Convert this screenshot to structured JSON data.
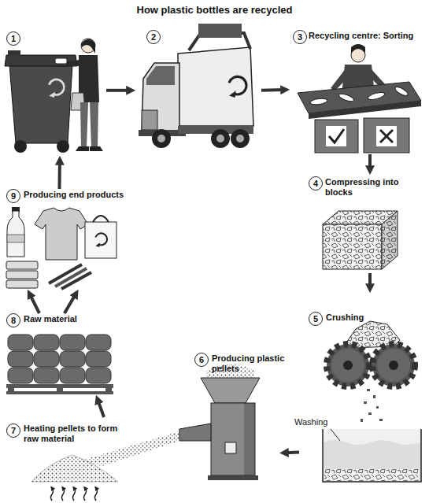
{
  "diagram": {
    "title": "How plastic bottles are recycled",
    "nodes": [
      {
        "text": [
          "1"
        ]
      },
      {
        "text": [
          "2"
        ]
      },
      {
        "text": [
          "3",
          "Recycling centre: Sorting"
        ]
      },
      {
        "text": [
          "4",
          "Compressing into blocks"
        ]
      },
      {
        "text": [
          "5",
          "Crushing"
        ]
      },
      {
        "text": [
          "6",
          "Producing plastic pellets"
        ]
      },
      {
        "text": [
          "7",
          "Heating pellets to form raw material"
        ]
      },
      {
        "text": [
          "8",
          "Raw material"
        ]
      },
      {
        "text": [
          "9",
          "Producing end products"
        ]
      }
    ],
    "edges": [
      {
        "from": 0,
        "to": 1,
        "arrow": "to"
      },
      {
        "from": 1,
        "to": 2,
        "arrow": "to"
      },
      {
        "from": 2,
        "to": 3,
        "arrow": "to"
      },
      {
        "from": 3,
        "to": 4,
        "arrow": "to"
      },
      {
        "from": 4,
        "to": 5,
        "arrow": "to"
      },
      {
        "from": 6,
        "to": 7,
        "arrow": "to"
      },
      {
        "from": 7,
        "to": 8,
        "arrow": "to"
      },
      {
        "from": 7,
        "to": 8,
        "arrow": "to"
      },
      {
        "from": 8,
        "to": 0,
        "arrow": "to"
      }
    ],
    "labels": [
      "Washing"
    ]
  }
}
